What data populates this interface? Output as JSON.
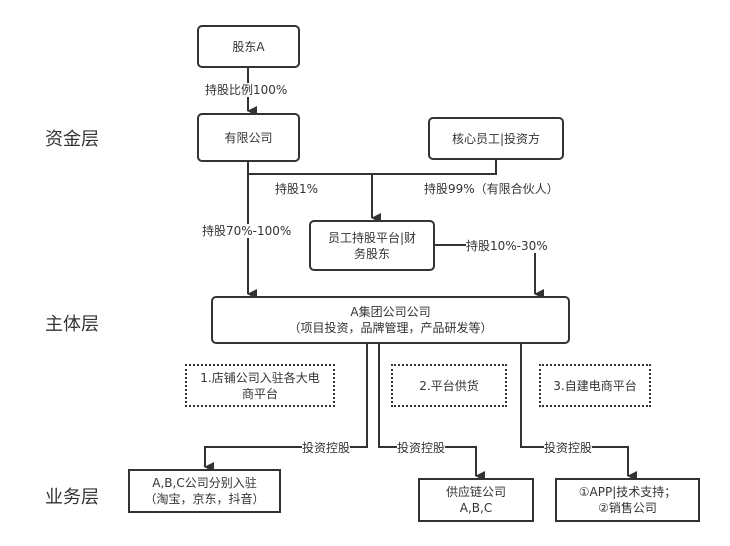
{
  "layers": {
    "capital": "资金层",
    "entity": "主体层",
    "business": "业务层"
  },
  "nodes": {
    "shareholder_a": "股东A",
    "limited_company": "有限公司",
    "core_staff": "核心员工|投资方",
    "esop_platform_line1": "员工持股平台|财",
    "esop_platform_line2": "务股东",
    "group_line1": "A集团公司公司",
    "group_line2": "（项目投资，品牌管理，产品研发等）",
    "note_1_line1": "1.店铺公司入驻各大电",
    "note_1_line2": "商平台",
    "note_2": "2.平台供货",
    "note_3": "3.自建电商平台",
    "shop_companies_line1": "A,B,C公司分别入驻",
    "shop_companies_line2": "（淘宝，京东，抖音）",
    "supply_chain_line1": "供应链公司",
    "supply_chain_line2": "A,B,C",
    "app_sales_line1": "①APP|技术支持；",
    "app_sales_line2": "②销售公司"
  },
  "edges": {
    "a_to_limited": "持股比例100%",
    "limited_to_esop": "持股1%",
    "staff_to_esop": "持股99%（有限合伙人）",
    "limited_to_group": "持股70%-100%",
    "esop_to_group": "持股10%-30%",
    "group_to_shops": "投资控股",
    "group_to_supply": "投资控股",
    "group_to_app": "投资控股"
  }
}
